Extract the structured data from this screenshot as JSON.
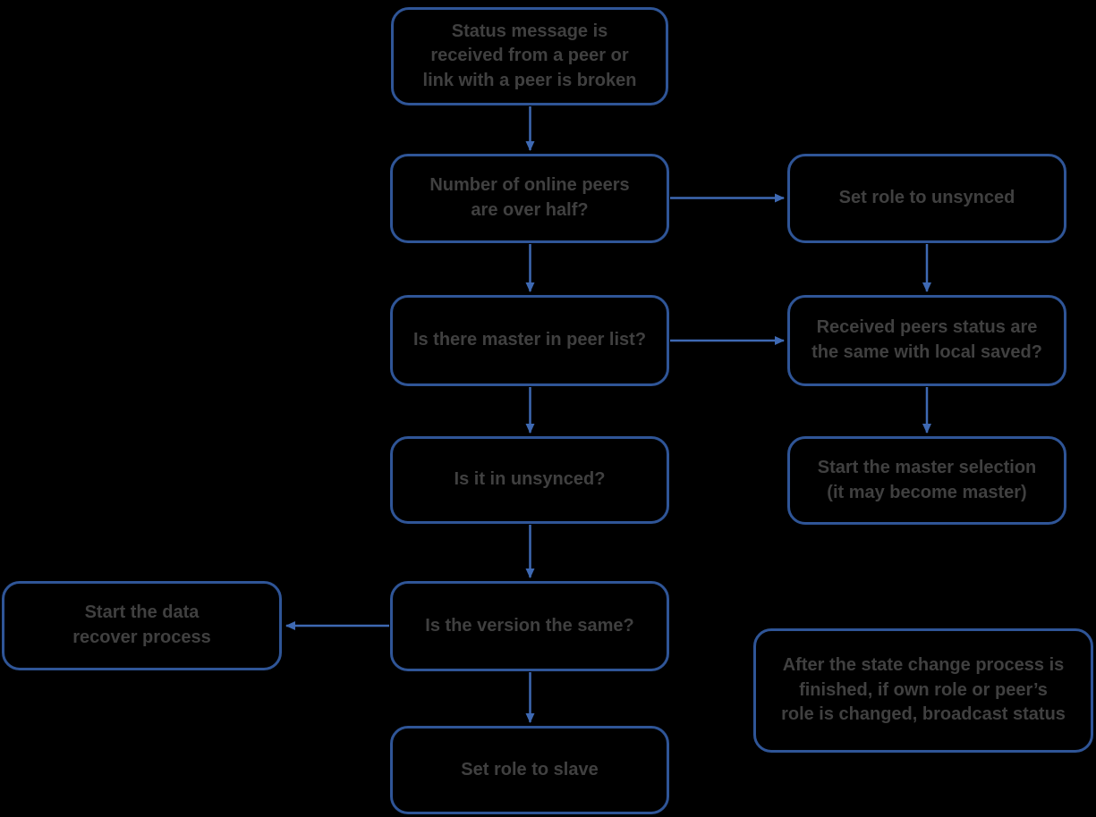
{
  "diagram": {
    "title": "Peer status / role selection flowchart",
    "colors": {
      "background": "#000000",
      "node_border": "#2F5597",
      "arrow": "#3E69B3",
      "text": "#404040"
    },
    "nodes": {
      "status_received": {
        "text": "Status message is\nreceived from a peer or\nlink with a peer is broken"
      },
      "peers_over_half": {
        "text": "Number of online peers\nare over half?"
      },
      "set_role_unsynced": {
        "text": "Set role to unsynced"
      },
      "master_in_list": {
        "text": "Is there master in peer list?"
      },
      "peers_status_same": {
        "text": "Received peers status are\nthe same with local saved?"
      },
      "in_unsynced": {
        "text": "Is it in unsynced?"
      },
      "master_selection": {
        "text": "Start the master selection\n(it may become master)"
      },
      "version_same": {
        "text": "Is the version the same?"
      },
      "data_recover": {
        "text": "Start the data\nrecover process"
      },
      "set_role_slave": {
        "text": "Set role to slave"
      },
      "note": {
        "text": "After the state change process is\nfinished, if own role or peer’s\nrole is changed, broadcast status"
      }
    }
  }
}
